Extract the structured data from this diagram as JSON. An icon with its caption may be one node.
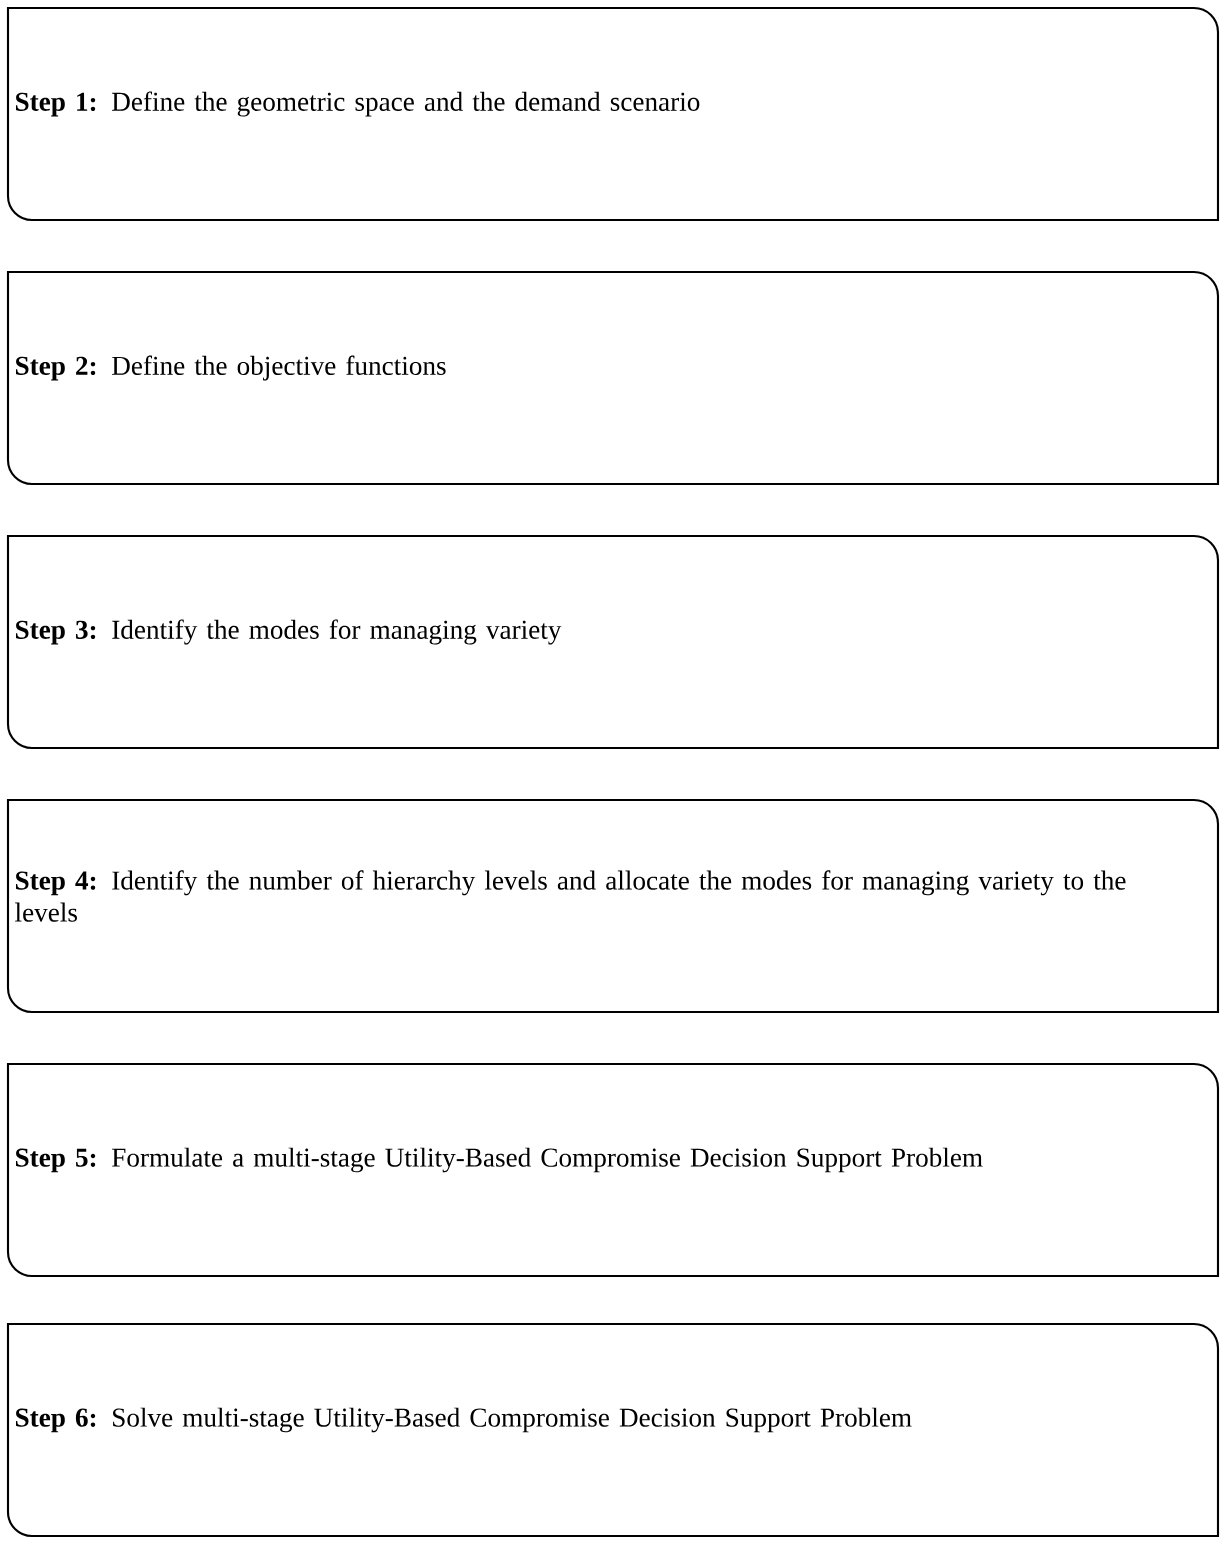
{
  "diagram": {
    "nodes": [
      {
        "text": [
          "**Step 1:** Define the geometric space and the demand scenario"
        ]
      },
      {
        "text": [
          "**Step 2:** Define the objective functions"
        ]
      },
      {
        "text": [
          "**Step 3:** Identify the modes for managing variety"
        ]
      },
      {
        "text": [
          "**Step 4:** Identify the number of hierarchy levels and allocate the modes for managing variety to the levels"
        ]
      },
      {
        "text": [
          "**Step 5:** Formulate a multi-stage Utility-Based Compromise Decision Support Problem"
        ]
      },
      {
        "text": [
          "**Step 6:** Solve multi-stage Utility-Based Compromise Decision Support Problem"
        ]
      }
    ]
  }
}
